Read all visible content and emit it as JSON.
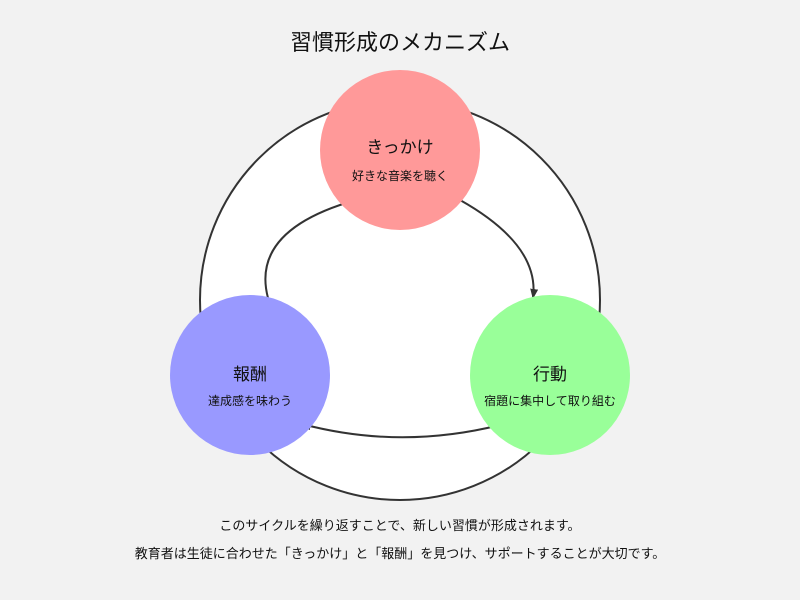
{
  "title": "習慣形成のメカニズム",
  "colors": {
    "background": "#f2f2f2",
    "ring_fill": "#ffffff",
    "ring_stroke": "#333333",
    "cue": "#ff9999",
    "action": "#99ff99",
    "reward": "#9999ff",
    "arrow": "#333333"
  },
  "nodes": {
    "cue": {
      "title": "きっかけ",
      "subtitle": "好きな音楽を聴く"
    },
    "action": {
      "title": "行動",
      "subtitle": "宿題に集中して取り組む"
    },
    "reward": {
      "title": "報酬",
      "subtitle": "達成感を味わう"
    }
  },
  "captions": {
    "line1": "このサイクルを繰り返すことで、新しい習慣が形成されます。",
    "line2": "教育者は生徒に合わせた「きっかけ」と「報酬」を見つけ、サポートすることが大切です。"
  }
}
